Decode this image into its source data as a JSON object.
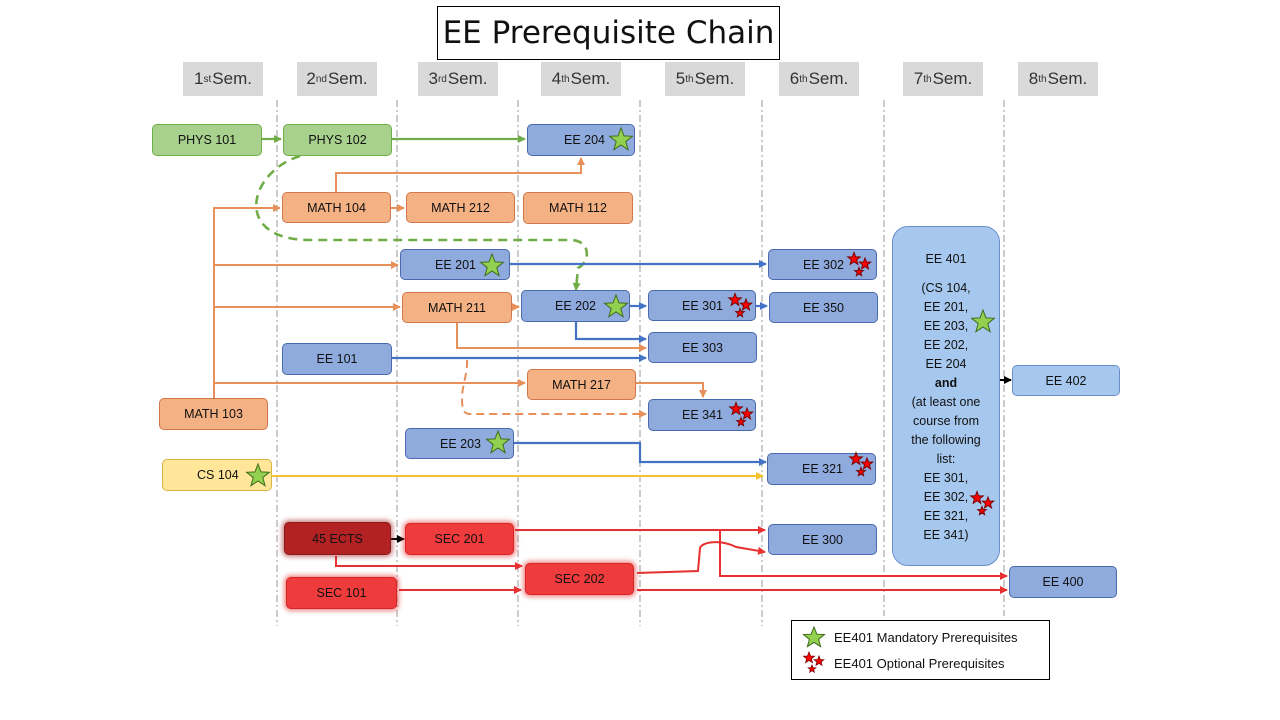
{
  "title": "EE Prerequisite Chain",
  "semesters": [
    {
      "num": "1",
      "sup": "st",
      "label": " Sem."
    },
    {
      "num": "2",
      "sup": "nd",
      "label": " Sem."
    },
    {
      "num": "3",
      "sup": "rd",
      "label": " Sem."
    },
    {
      "num": "4",
      "sup": "th",
      "label": " Sem."
    },
    {
      "num": "5",
      "sup": "th",
      "label": " Sem."
    },
    {
      "num": "6",
      "sup": "th",
      "label": " Sem."
    },
    {
      "num": "7",
      "sup": "th",
      "label": " Sem."
    },
    {
      "num": "8",
      "sup": "th",
      "label": " Sem."
    }
  ],
  "courses": {
    "phys101": "PHYS 101",
    "phys102": "PHYS 102",
    "ee204": "EE 204",
    "math104": "MATH 104",
    "math212": "MATH 212",
    "math112": "MATH 112",
    "ee201": "EE 201",
    "ee302": "EE 302",
    "math211": "MATH 211",
    "ee202": "EE 202",
    "ee301": "EE 301",
    "ee350": "EE 350",
    "ee303": "EE 303",
    "ee101": "EE 101",
    "math217": "MATH 217",
    "math103": "MATH 103",
    "ee341": "EE 341",
    "ee203": "EE 203",
    "cs104": "CS 104",
    "ee321": "EE 321",
    "ects45": "45 ECTS",
    "sec201": "SEC 201",
    "ee300": "EE 300",
    "sec202": "SEC 202",
    "ee400": "EE 400",
    "sec101": "SEC 101",
    "ee402": "EE 402"
  },
  "ee401": {
    "name": "EE 401",
    "lines": [
      "(CS 104,",
      "EE 201,",
      "EE 203,",
      "EE 202,",
      "EE 204"
    ],
    "and": "and",
    "lines2": [
      "(at least one",
      "course from",
      "the following",
      "list:",
      "EE 301,",
      "EE 302,",
      "EE 321,",
      "EE 341)"
    ]
  },
  "legend": {
    "mandatory": "EE401 Mandatory Prerequisites",
    "optional": "EE401 Optional Prerequisites"
  },
  "colors": {
    "green": "#70ad47",
    "orange": "#e7905a",
    "blue": "#4472c4",
    "yellow": "#f2c233",
    "red": "#e83030",
    "star_green": "#92d050",
    "star_red": "#ff0000"
  }
}
